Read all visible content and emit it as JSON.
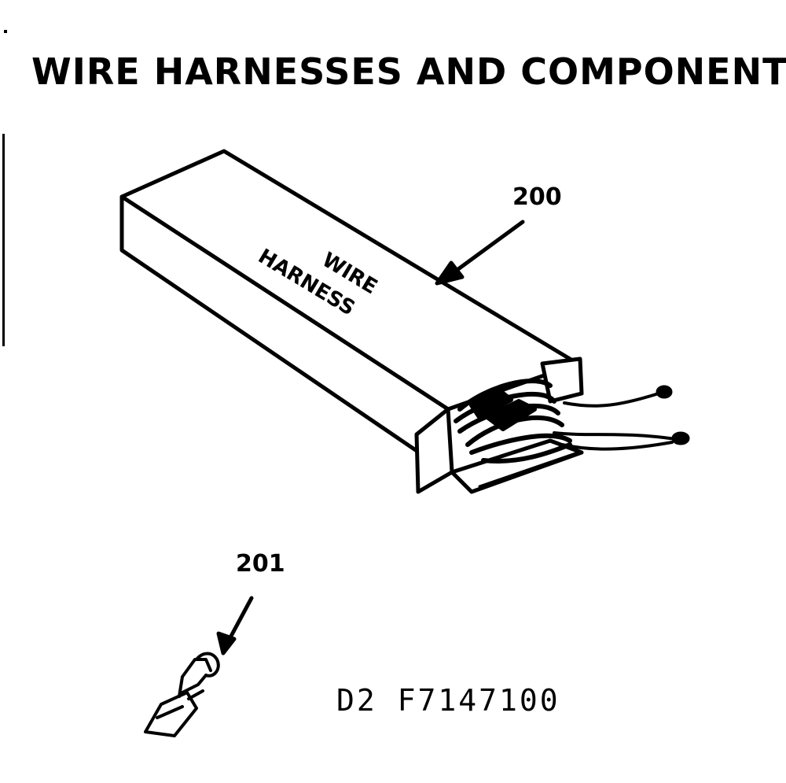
{
  "title": "WIRE HARNESSES AND COMPONENTS",
  "parts": [
    {
      "number": "200",
      "label_line1": "WIRE",
      "label_line2": "HARNESS"
    },
    {
      "number": "201"
    }
  ],
  "drawing_code": "D2 F7147100"
}
